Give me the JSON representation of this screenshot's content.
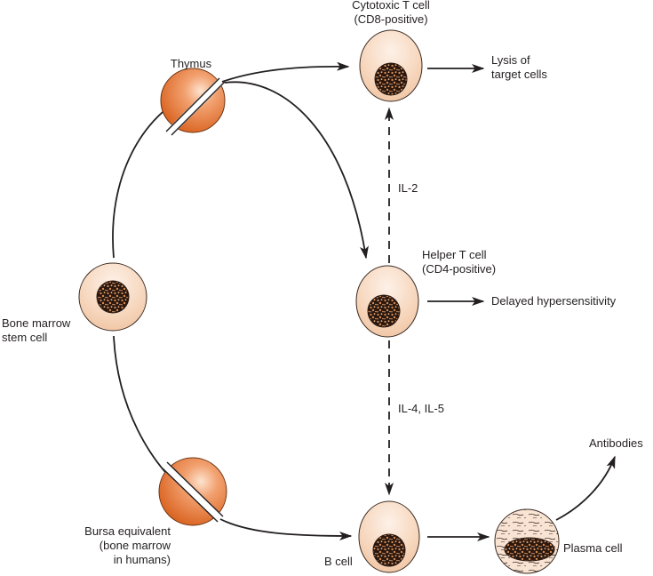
{
  "figure": {
    "colors": {
      "organ_orange": "#e2712c",
      "organ_highlight": "#fbd6b8",
      "cell_fill": "#f6d2b5",
      "cell_highlight": "#fdf0e6",
      "cell_outline": "#3a2a22",
      "nucleus_dark": "#2a1810",
      "nucleus_speckle": "#e0955e",
      "line": "#231f20"
    },
    "organs": {
      "thymus": {
        "label": "Thymus"
      },
      "bursa": {
        "label_lines": [
          "Bursa equivalent",
          "(bone marrow",
          "in humans)"
        ]
      }
    },
    "cells": {
      "stem": {
        "label_lines": [
          "Bone marrow",
          "stem cell"
        ]
      },
      "cytotoxic": {
        "label_lines": [
          "Cytotoxic T cell",
          "(CD8-positive)"
        ]
      },
      "helper": {
        "label_lines": [
          "Helper T cell",
          "(CD4-positive)"
        ]
      },
      "b_cell": {
        "label": "B cell"
      },
      "plasma": {
        "label": "Plasma cell"
      }
    },
    "outcomes": {
      "lysis": {
        "label_lines": [
          "Lysis of",
          "target cells"
        ]
      },
      "delayed": {
        "label": "Delayed hypersensitivity"
      },
      "antibodies": {
        "label": "Antibodies"
      }
    },
    "signals": {
      "il2": {
        "label": "IL-2"
      },
      "il45": {
        "label": "IL-4, IL-5"
      }
    }
  }
}
